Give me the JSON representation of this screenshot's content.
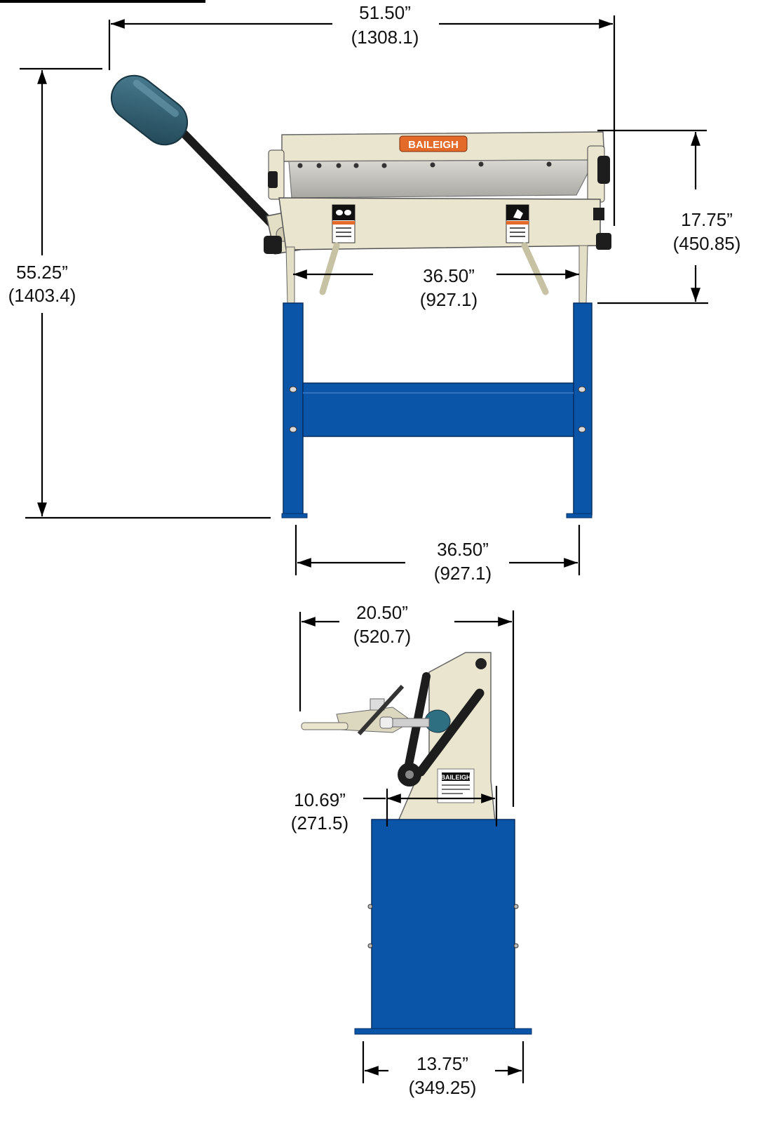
{
  "brand": {
    "logo_text": "BAILEIGH",
    "side_logo_text": "BAILEIGH"
  },
  "colors": {
    "stand_blue": "#0b55a8",
    "machine_cream": "#e9e5cf",
    "handle_blue": "#2f5f73",
    "logo_orange": "#e46a2a",
    "steel": "#c9c8c2",
    "line": "#000000"
  },
  "dimensions": {
    "overall_width": {
      "imperial": "51.50”",
      "metric": "(1308.1)"
    },
    "overall_height": {
      "imperial": "55.25”",
      "metric": "(1403.4)"
    },
    "machine_height": {
      "imperial": "17.75”",
      "metric": "(450.85)"
    },
    "upper_width": {
      "imperial": "36.50”",
      "metric": "(927.1)"
    },
    "base_width": {
      "imperial": "36.50”",
      "metric": "(927.1)"
    },
    "side_depth": {
      "imperial": "20.50”",
      "metric": "(520.7)"
    },
    "side_inner_width": {
      "imperial": "10.69”",
      "metric": "(271.5)"
    },
    "side_base_width": {
      "imperial": "13.75”",
      "metric": "(349.25)"
    }
  }
}
